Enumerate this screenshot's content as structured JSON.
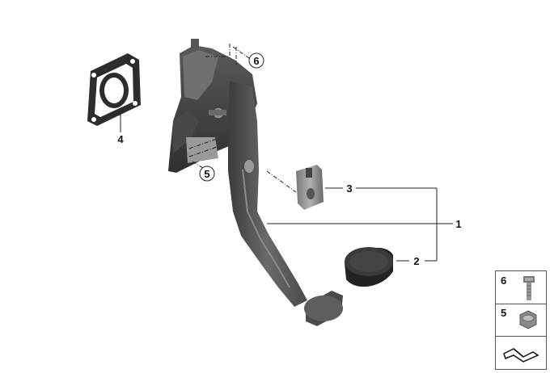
{
  "callouts": {
    "pedal_assembly": "1",
    "pedal_pad": "2",
    "clip": "3",
    "gasket": "4",
    "nut_ref": "5",
    "bolt_ref": "6"
  },
  "legend_panel": {
    "row1_number": "6",
    "row1_icon": "hex-bolt-icon",
    "row2_number": "5",
    "row2_icon": "hex-nut-icon",
    "row3_icon": "catalog-symbol-icon"
  }
}
